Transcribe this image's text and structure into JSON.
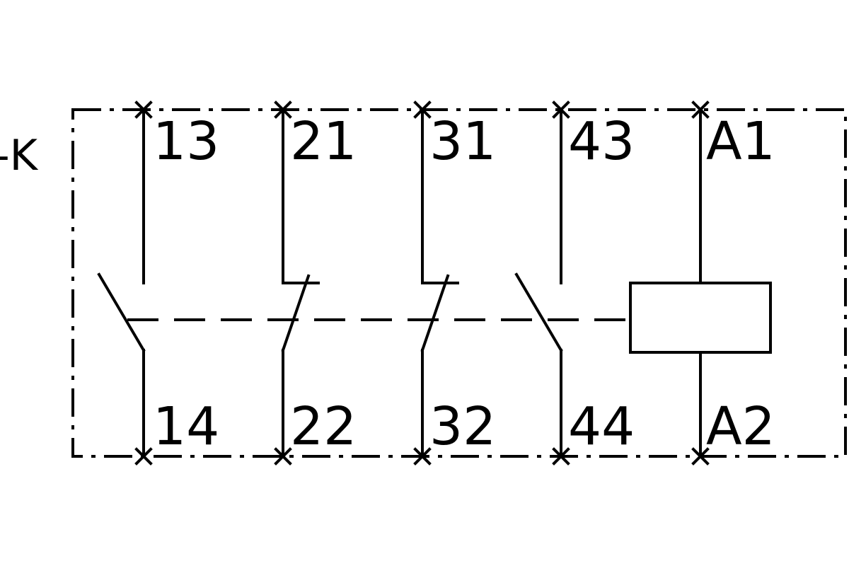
{
  "device": {
    "tag": "-K"
  },
  "terminals": {
    "top": [
      "13",
      "21",
      "31",
      "43",
      "A1"
    ],
    "bottom": [
      "14",
      "22",
      "32",
      "44",
      "A2"
    ]
  },
  "contacts": [
    {
      "type": "NO",
      "top": "13",
      "bottom": "14"
    },
    {
      "type": "NC",
      "top": "21",
      "bottom": "22"
    },
    {
      "type": "NC",
      "top": "31",
      "bottom": "32"
    },
    {
      "type": "NO",
      "top": "43",
      "bottom": "44"
    }
  ],
  "coil": {
    "top": "A1",
    "bottom": "A2"
  },
  "colors": {
    "line": "#000000",
    "background": "#ffffff"
  }
}
